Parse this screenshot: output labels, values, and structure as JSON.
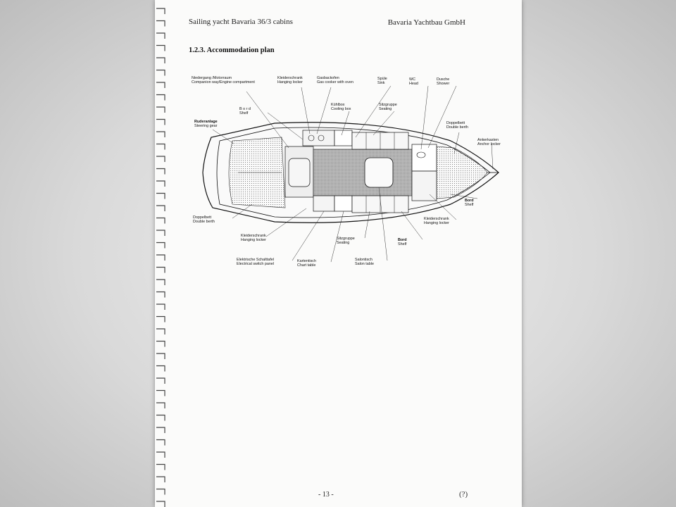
{
  "header": {
    "left": "Sailing yacht Bavaria 36/3 cabins",
    "right": "Bavaria Yachtbau GmbH"
  },
  "section": {
    "title": "1.2.3. Accommodation plan"
  },
  "labels": {
    "niedergang": {
      "de": "Niedergang /Motorraum",
      "en": "Companion way/Engine compartment"
    },
    "kleiderschrank_top": {
      "de": "Kleiderschrank",
      "en": "Hanging locker"
    },
    "gasbackofen": {
      "de": "Gasbackofen",
      "en": "Gas cooker with oven"
    },
    "spule": {
      "de": "Spüle",
      "en": "Sink"
    },
    "wc": {
      "de": "WC",
      "en": "Head"
    },
    "dusche": {
      "de": "Dusche",
      "en": "Shower"
    },
    "bord_top": {
      "de": "B o r d",
      "en": "Shelf"
    },
    "kuhlbox": {
      "de": "Kühlbox",
      "en": "Cooling box"
    },
    "sitzgruppe_top": {
      "de": "Sitzgruppe",
      "en": "Seating"
    },
    "ruderanlage": {
      "de": "Ruderanlage",
      "en": "Steering gear"
    },
    "doppelbett_fwd": {
      "de": "Doppelbett",
      "en": "Double berth"
    },
    "ankerkasten": {
      "de": "Ankerkasten",
      "en": "Anchor locker"
    },
    "bord_right": {
      "de": "Bord",
      "en": "Shelf"
    },
    "kleiderschrank_right": {
      "de": "Kleiderschrank",
      "en": "Hanging locker"
    },
    "doppelbett_aft": {
      "de": "Doppelbett",
      "en": "Double berth"
    },
    "kleiderschrank_bottom": {
      "de": "Kleiderschrank",
      "en": "Hanging locker"
    },
    "sitzgruppe_bottom": {
      "de": "Sitzgruppe",
      "en": "Seating"
    },
    "bord_bottom": {
      "de": "Bord",
      "en": "Shelf"
    },
    "schalttafel": {
      "de": "Elektrische Schalttafel",
      "en": "Electrical switch panel"
    },
    "kartentisch": {
      "de": "Kartentisch",
      "en": "Chart table"
    },
    "salontisch": {
      "de": "Salontisch",
      "en": "Salon table"
    }
  },
  "footer": {
    "page_number": "- 13 -",
    "mark": "(?)"
  },
  "colors": {
    "page": "#fbfbfa",
    "ink": "#1a1a1a",
    "background": "#d4d4d4"
  }
}
